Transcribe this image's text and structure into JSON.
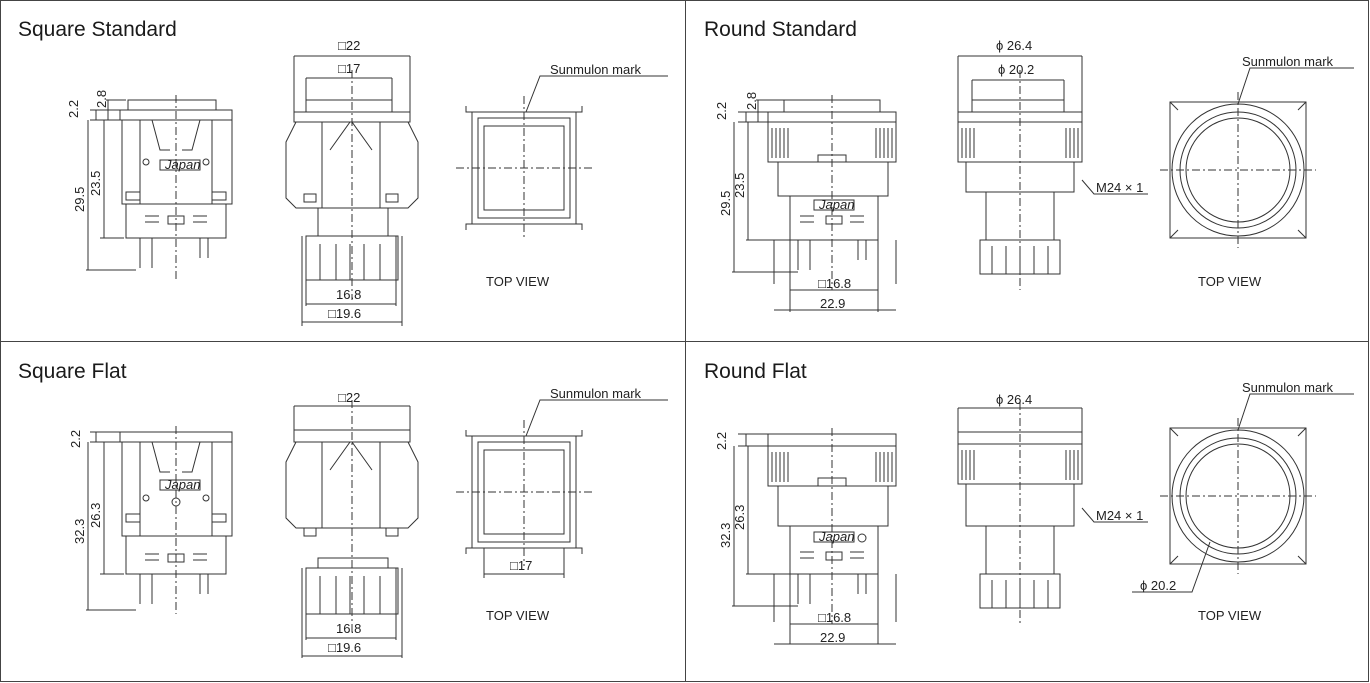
{
  "panels": [
    {
      "title": "Square Standard",
      "dims": {
        "d1": "2.2",
        "d2": "2.8",
        "d3": "29.5",
        "d4": "23.5",
        "top_outer": "□22",
        "top_inner": "□17",
        "bottom_inner": "16.8",
        "bottom_outer": "□19.6"
      },
      "mark_label": "Sunmulon mark",
      "view_label": "TOP VIEW",
      "japan_label": "Japan"
    },
    {
      "title": "Round Standard",
      "dims": {
        "d1": "2.2",
        "d2": "2.8",
        "d3": "29.5",
        "d4": "23.5",
        "top_outer": "ϕ 26.4",
        "top_inner": "ϕ 20.2",
        "bottom_inner": "□16.8",
        "bottom_outer": "22.9",
        "thread": "M24 × 1"
      },
      "mark_label": "Sunmulon mark",
      "view_label": "TOP VIEW",
      "japan_label": "Japan"
    },
    {
      "title": "Square Flat",
      "dims": {
        "d1": "2.2",
        "d3": "32.3",
        "d4": "26.3",
        "top_outer": "□22",
        "bottom_inner": "16.8",
        "bottom_outer": "□19.6",
        "view_inner": "□17"
      },
      "mark_label": "Sunmulon mark",
      "view_label": "TOP VIEW",
      "japan_label": "Japan"
    },
    {
      "title": "Round Flat",
      "dims": {
        "d1": "2.2",
        "d3": "32.3",
        "d4": "26.3",
        "top_outer": "ϕ 26.4",
        "bottom_inner": "□16.8",
        "bottom_outer": "22.9",
        "thread": "M24 × 1",
        "view_inner": "ϕ 20.2"
      },
      "mark_label": "Sunmulon mark",
      "view_label": "TOP VIEW",
      "japan_label": "Japan"
    }
  ]
}
